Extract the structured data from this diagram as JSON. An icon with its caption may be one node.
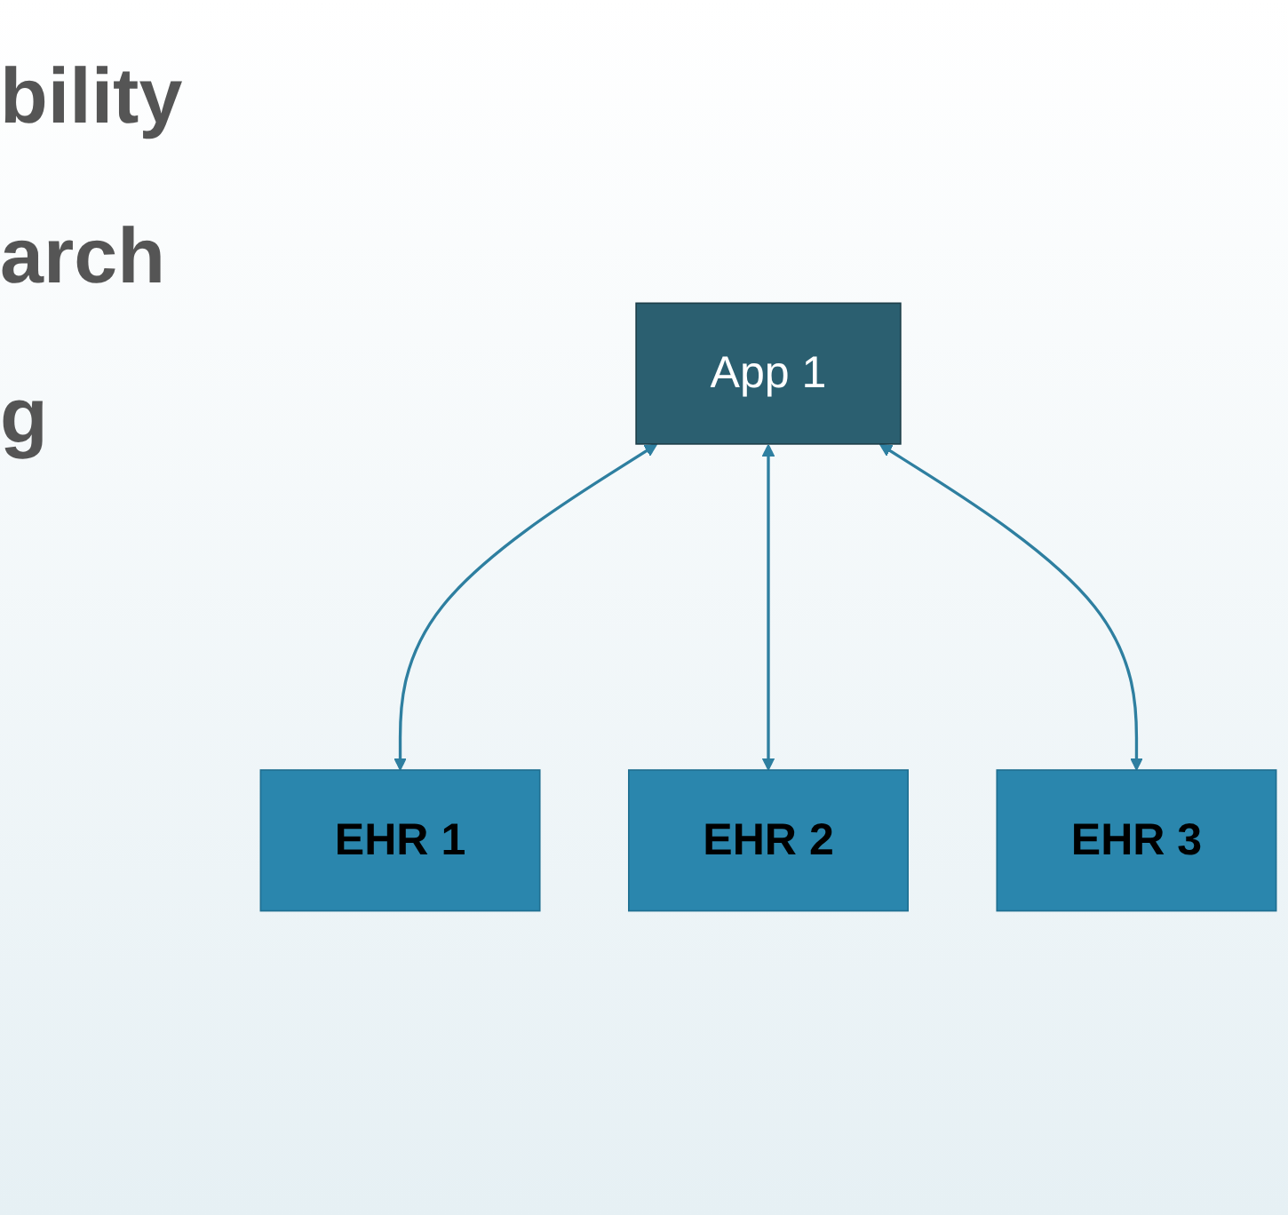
{
  "diagram": {
    "nodes": [
      {
        "text": [
          "App 1"
        ]
      },
      {
        "text": [
          "EHR 1"
        ]
      },
      {
        "text": [
          "EHR 2"
        ]
      },
      {
        "text": [
          "EHR 3"
        ]
      }
    ],
    "edges": [
      {
        "from": 0,
        "to": 1,
        "arrow": "both"
      },
      {
        "from": 0,
        "to": 2,
        "arrow": "both"
      },
      {
        "from": 0,
        "to": 3,
        "arrow": "both"
      }
    ],
    "labels": [
      "bility",
      "arch",
      "g"
    ]
  }
}
